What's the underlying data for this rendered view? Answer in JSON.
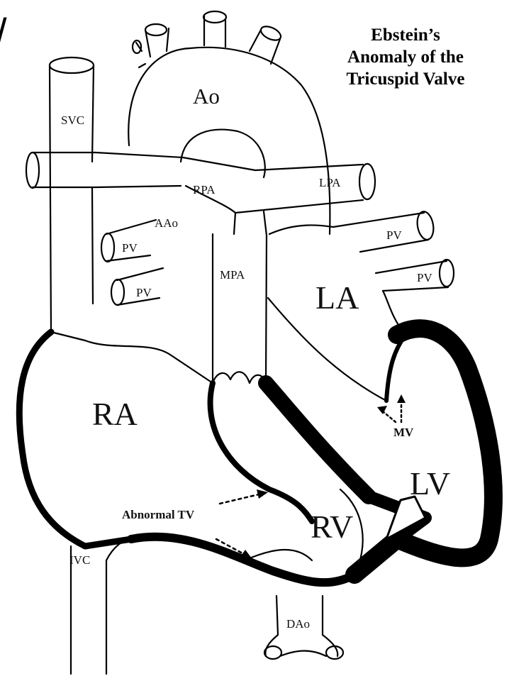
{
  "title": {
    "line1": "Ebstein’s",
    "line2": "Anomaly of the",
    "line3": "Tricuspid Valve"
  },
  "labels": {
    "ao": "Ao",
    "svc": "SVC",
    "rpa": "RPA",
    "lpa": "LPA",
    "aao": "AAo",
    "pv_left_upper": "PV",
    "pv_left_lower": "PV",
    "pv_right_upper": "PV",
    "pv_right_lower": "PV",
    "mpa": "MPA",
    "la": "LA",
    "ra": "RA",
    "mv": "MV",
    "lv": "LV",
    "abnormal_tv": "Abnormal TV",
    "rv": "RV",
    "ivc": "IVC",
    "dao": "DAo"
  },
  "edge_mark": "/"
}
